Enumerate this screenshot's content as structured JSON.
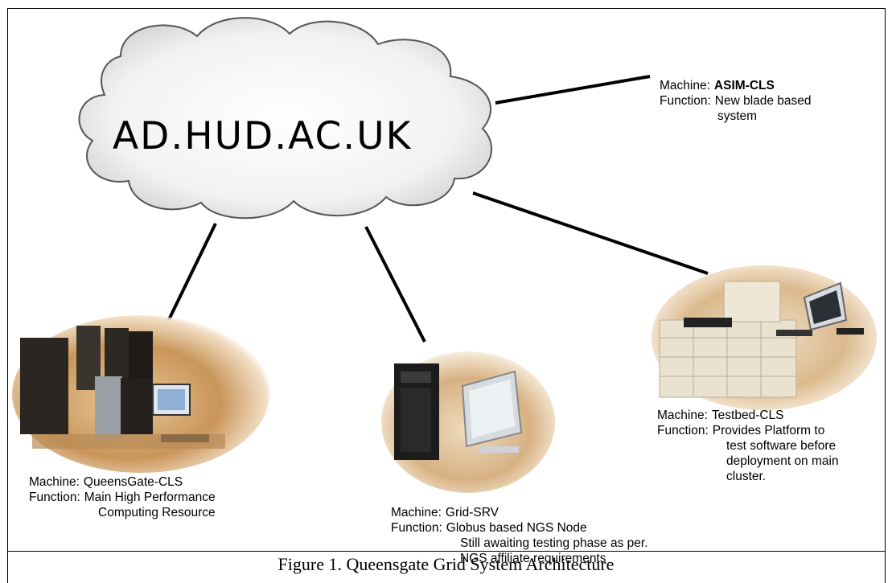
{
  "cloud": {
    "domain": "AD.HUD.AC.UK"
  },
  "nodes": {
    "asim": {
      "machine_key": "Machine:",
      "machine": "ASIM-CLS",
      "function_key": "Function:",
      "function_lines": [
        "New blade based",
        "system"
      ]
    },
    "queensgate": {
      "machine_key": "Machine:",
      "machine": "QueensGate-CLS",
      "function_key": "Function:",
      "function_lines": [
        "Main High Performance",
        "Computing Resource"
      ]
    },
    "gridsrv": {
      "machine_key": "Machine:",
      "machine": "Grid-SRV",
      "function_key": "Function:",
      "function_lines": [
        "Globus based NGS Node",
        "Still awaiting testing phase as per.",
        "NGS affiliate requirements"
      ]
    },
    "testbed": {
      "machine_key": "Machine:",
      "machine": "Testbed-CLS",
      "function_key": "Function:",
      "function_lines": [
        "Provides Platform to",
        "test software before",
        "deployment on main",
        "cluster."
      ]
    }
  },
  "caption": "Figure 1. Queensgate Grid System Architecture"
}
